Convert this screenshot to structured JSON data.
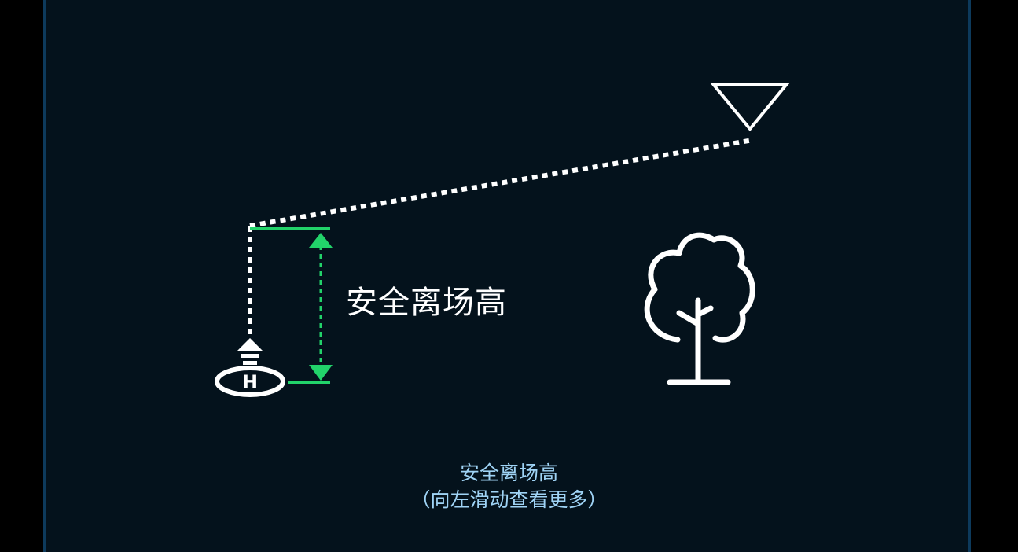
{
  "diagram": {
    "measure_label": "安全离场高",
    "caption_line1": "安全离场高",
    "caption_line2": "（向左滑动查看更多）"
  },
  "colors": {
    "background": "#04121c",
    "path": "#ffffff",
    "measure": "#22d36a",
    "caption": "#9fd3f5",
    "panel_border": "#0d3a5c"
  },
  "icons": [
    "helipad-icon",
    "drone-icon",
    "tree-icon",
    "waypoint-triangle-icon"
  ]
}
